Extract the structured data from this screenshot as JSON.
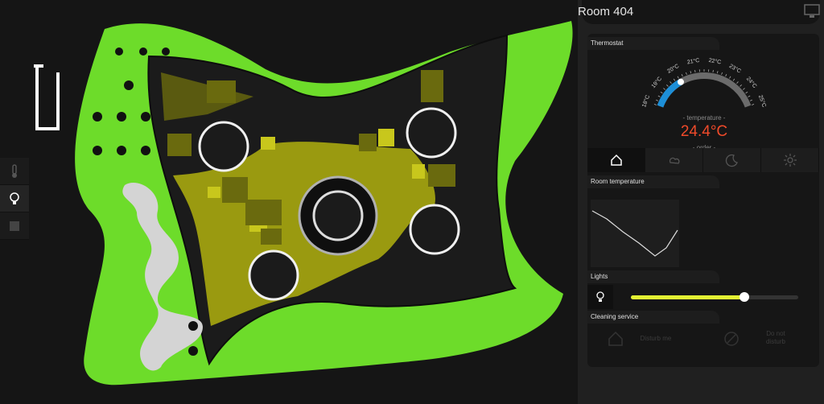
{
  "room": {
    "title": "Room 404"
  },
  "left_toolbar": {
    "items": [
      {
        "name": "thermometer",
        "icon": "thermometer-icon"
      },
      {
        "name": "lights",
        "icon": "bulb-icon",
        "active": true
      },
      {
        "name": "blinds",
        "icon": "square-icon"
      }
    ]
  },
  "thermostat": {
    "section_label": "Thermostat",
    "scale_labels": [
      "18°C",
      "19°C",
      "20°C",
      "21°C",
      "22°C",
      "23°C",
      "24°C",
      "25°C"
    ],
    "gauge_caption_top": "- temperature -",
    "current_value": "24.4°C",
    "gauge_caption_bottom": "- order -",
    "setpoint_c": 20,
    "range_c": [
      18,
      25
    ],
    "accent_color": "#1d8fd8",
    "value_color": "#f04a2a"
  },
  "modes": [
    {
      "name": "home",
      "icon": "home-icon",
      "active": true
    },
    {
      "name": "away",
      "icon": "away-icon",
      "active": false
    },
    {
      "name": "night",
      "icon": "moon-icon",
      "active": false
    },
    {
      "name": "day",
      "icon": "sun-icon",
      "active": false
    }
  ],
  "room_temperature": {
    "section_label": "Room temperature"
  },
  "lights": {
    "section_label": "Lights",
    "level": 0.68,
    "color": "#e3f233"
  },
  "cleaning": {
    "section_label": "Cleaning service",
    "disturb_label": "Disturb me",
    "do_not_disturb_label": "Do not disturb"
  },
  "floorplan": {
    "grass_color": "#6ddc2a",
    "zone_color": "#9a9a10",
    "room_highlight_color": "#c8c71c"
  }
}
